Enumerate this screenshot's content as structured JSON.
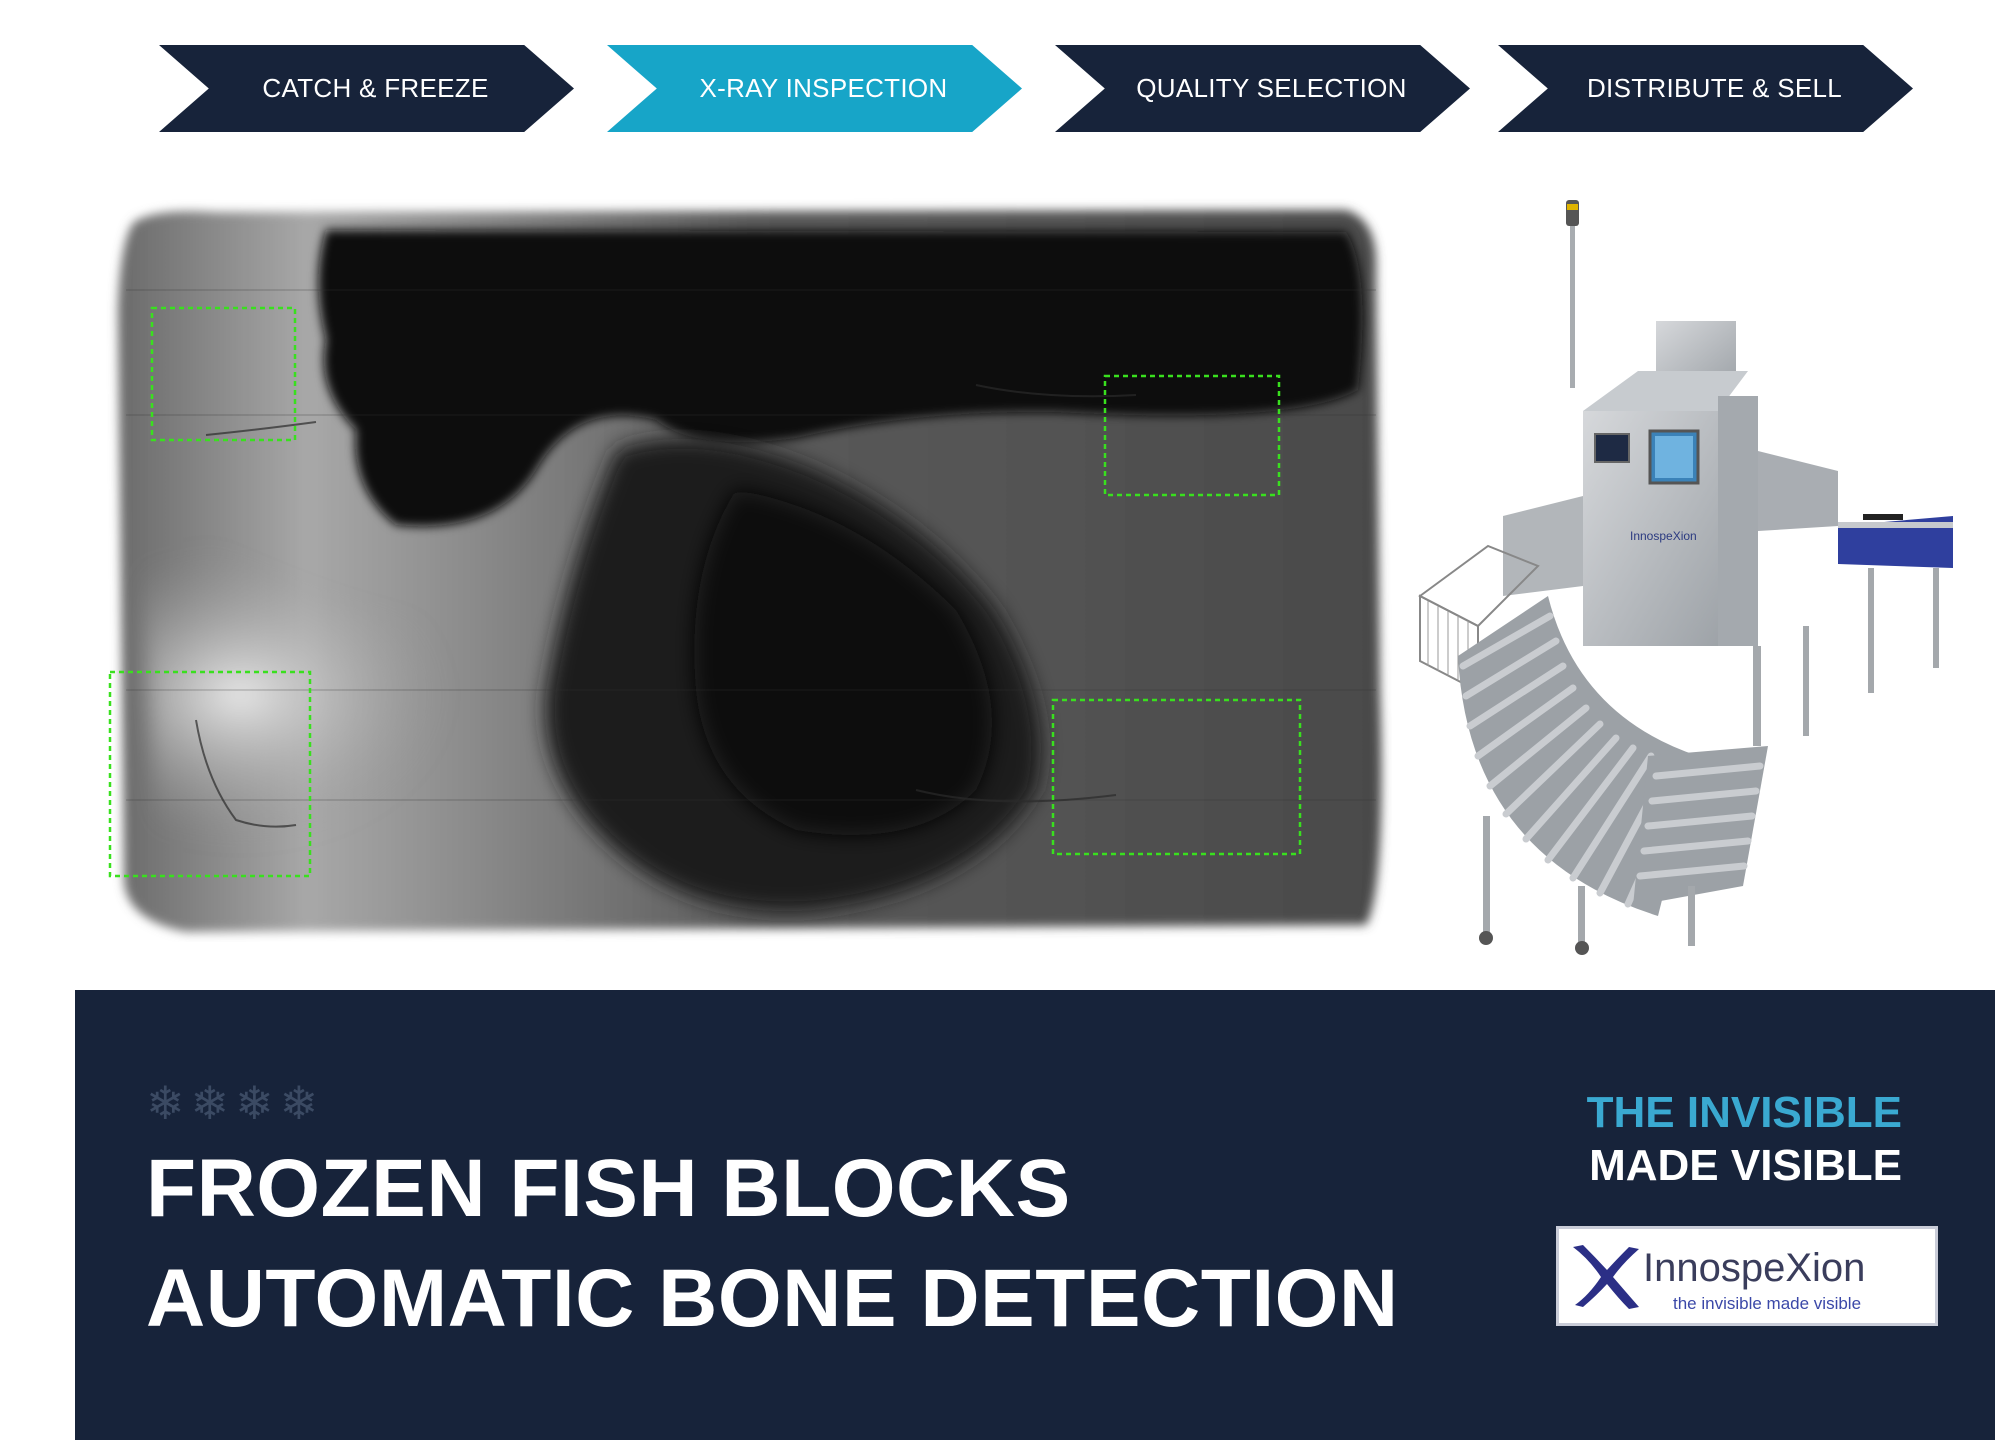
{
  "steps": [
    {
      "label": "CATCH & FREEZE",
      "active": false
    },
    {
      "label": "X-RAY INSPECTION",
      "active": true
    },
    {
      "label": "QUALITY SELECTION",
      "active": false
    },
    {
      "label": "DISTRIBUTE & SELL",
      "active": false
    }
  ],
  "colors": {
    "step_default": "#17233a",
    "step_active": "#17a5c8",
    "banner": "#17233a",
    "accent": "#3aa9d1",
    "detection_box": "#39e01e"
  },
  "icons": {
    "decoration": [
      "snowflake-icon",
      "snowflake-icon",
      "snowflake-icon",
      "snowflake-icon"
    ]
  },
  "banner": {
    "title_line1": "FROZEN FISH BLOCKS",
    "title_line2": "AUTOMATIC BONE DETECTION",
    "tagline_line1": "THE INVISIBLE",
    "tagline_line2": "MADE VISIBLE"
  },
  "logo": {
    "name": "InnospeXion",
    "slogan": "the invisible made visible"
  },
  "machine": {
    "brand_label": "InnospeXion"
  }
}
